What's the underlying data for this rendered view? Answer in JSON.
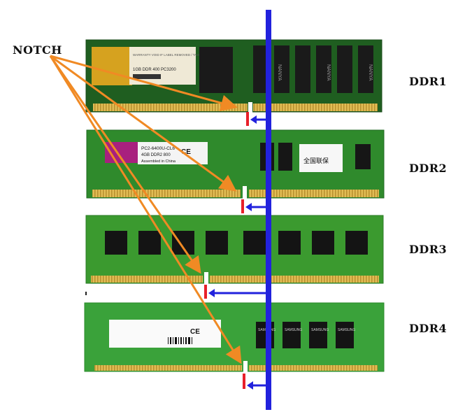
{
  "callout_label": "NOTCH",
  "modules": [
    {
      "type": "DDR1",
      "sticker_line1": "WARRANTY VOID IF LABEL REMOVED / TAMPERED",
      "sticker_line2": "1GB DDR 400 PC3200",
      "chip_text": "NANYA"
    },
    {
      "type": "DDR2",
      "sticker_line1": "PC2-6400U-CL6",
      "sticker_line2": "4GB DDR2 800",
      "sticker_line3": "Assembled in China",
      "sticker_right": "全国联保"
    },
    {
      "type": "DDR3"
    },
    {
      "type": "DDR4",
      "chip_text": "SAMSUNG"
    }
  ],
  "colors": {
    "pcb_dark": "#1f6a21",
    "pcb_light": "#3f9a34",
    "pins_gold": "#c9a23a",
    "arrow_orange": "#f08a24",
    "divider_blue": "#2222dd",
    "notch_red": "#e8202a"
  }
}
